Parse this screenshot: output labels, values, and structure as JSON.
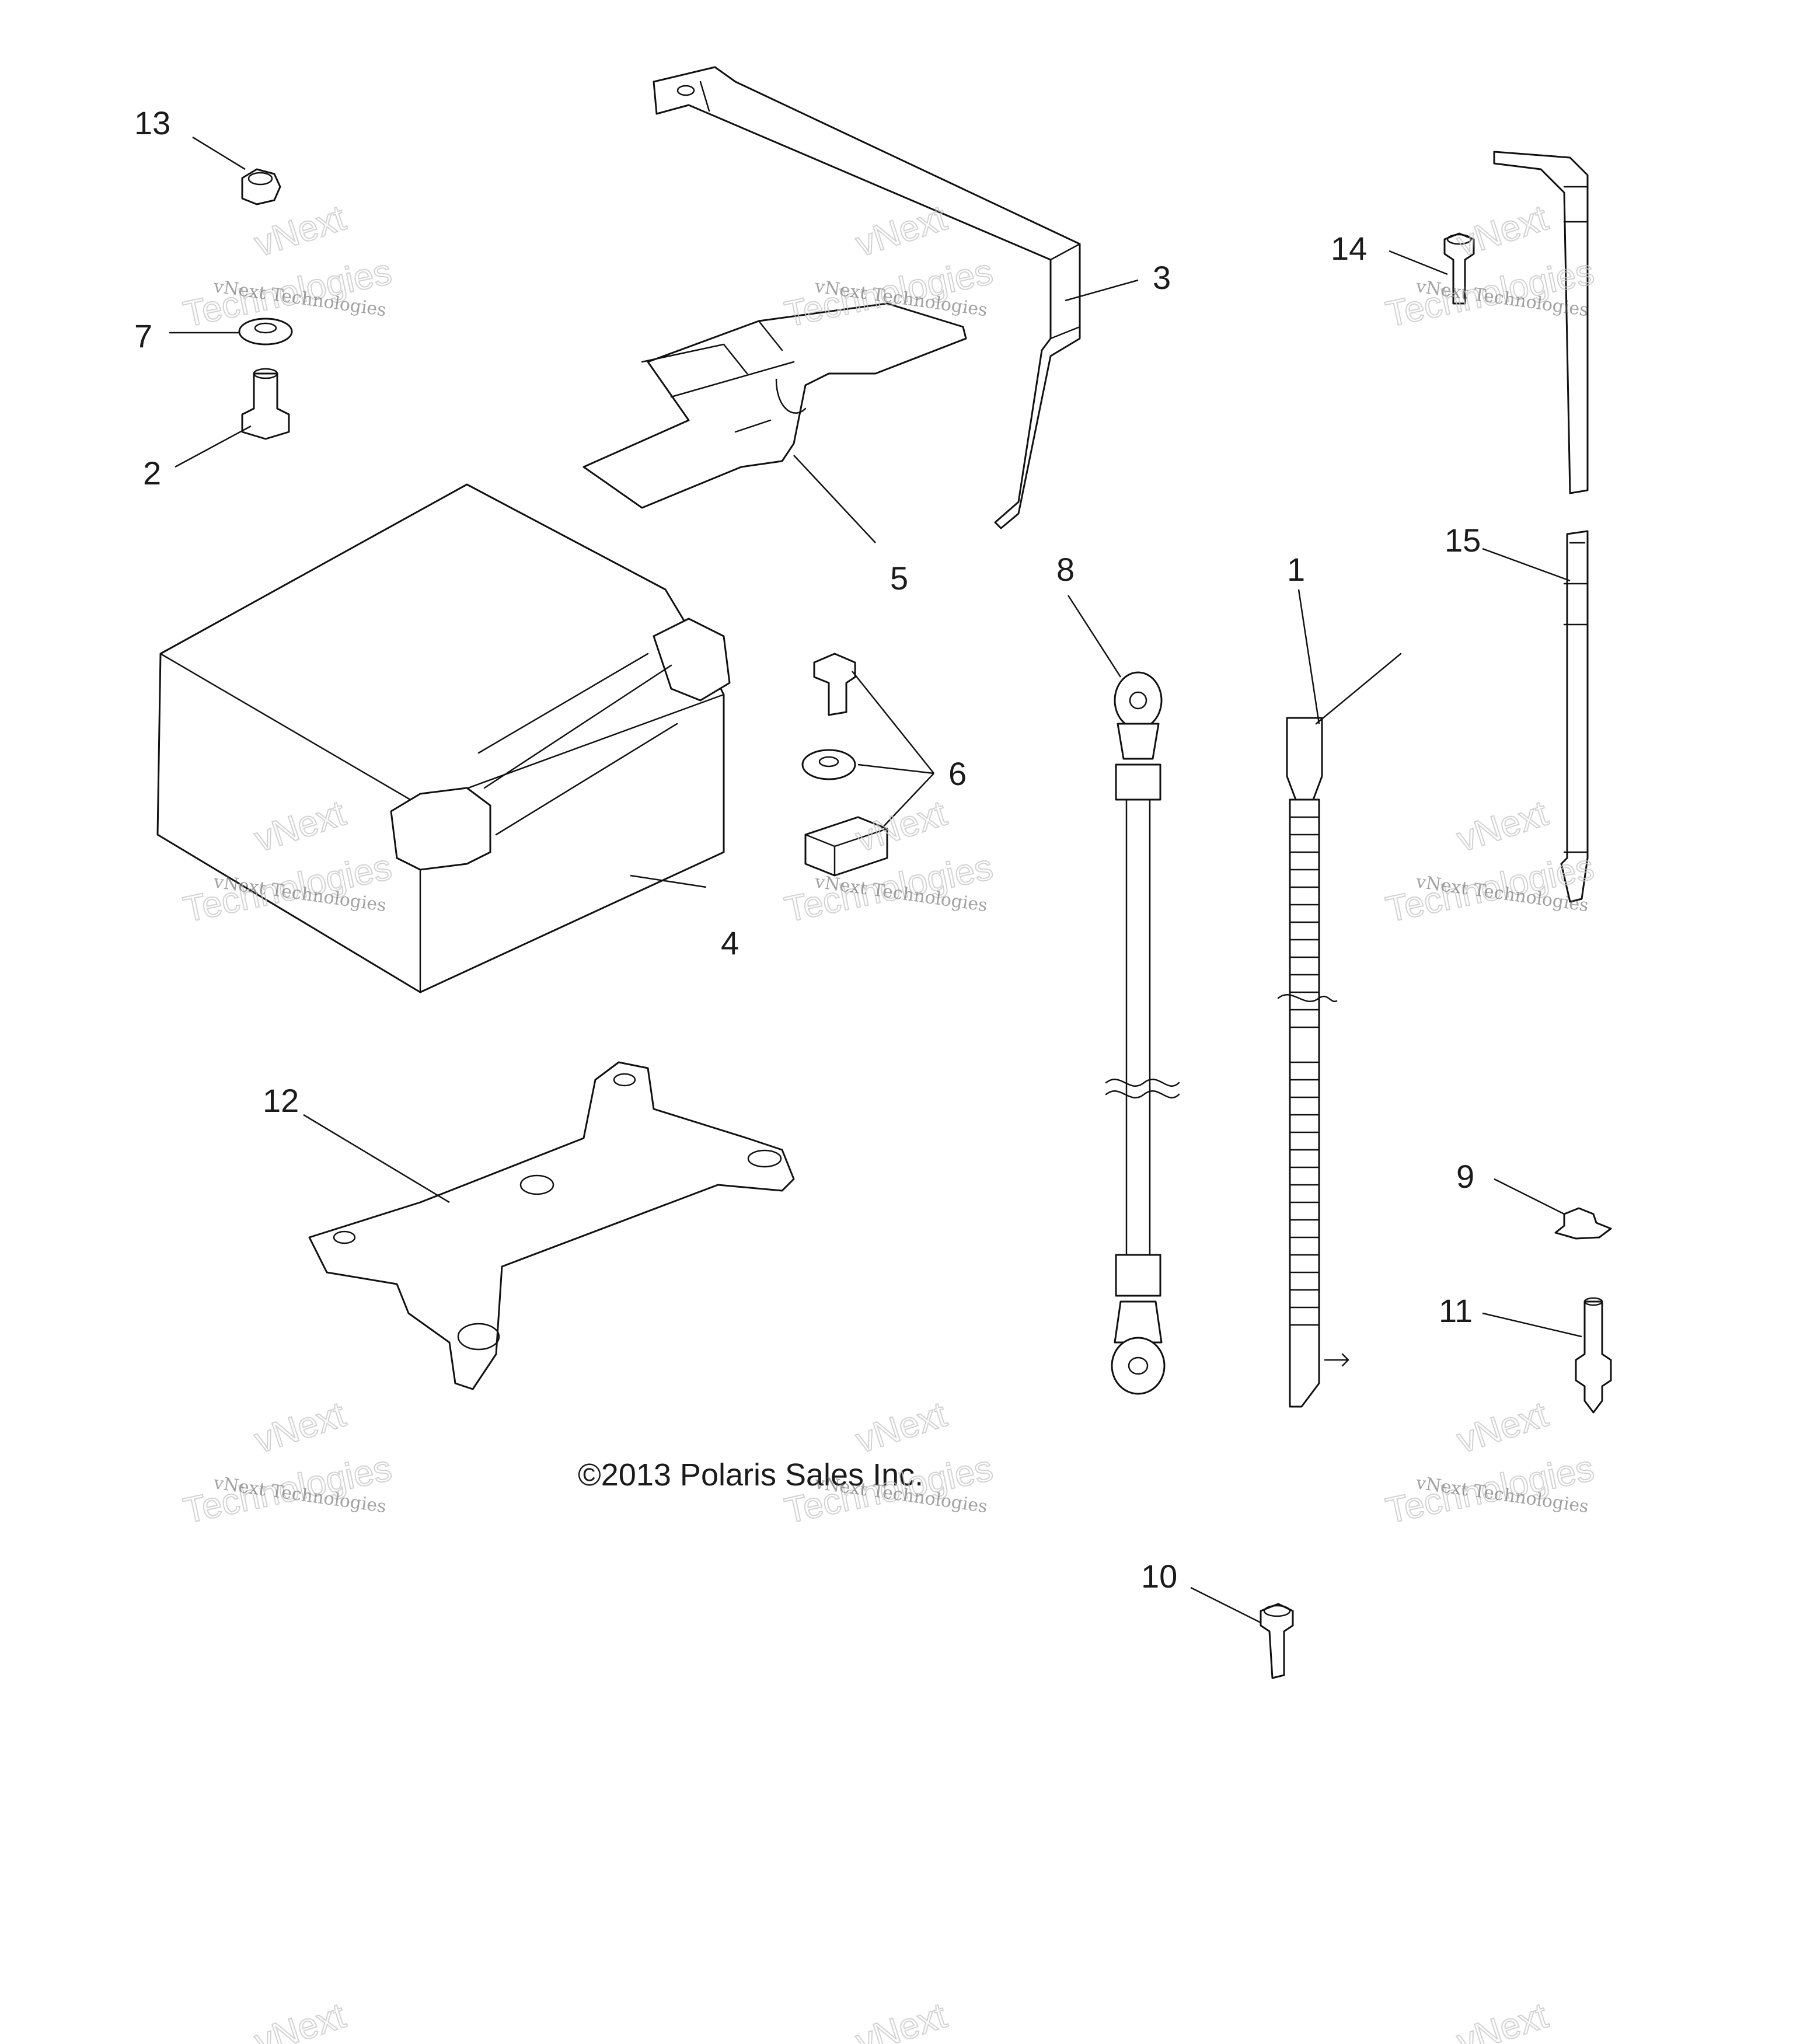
{
  "diagram": {
    "copyright": "©2013 Polaris Sales Inc.",
    "callouts": [
      "1",
      "2",
      "3",
      "4",
      "5",
      "6",
      "7",
      "8",
      "9",
      "10",
      "11",
      "12",
      "13",
      "14",
      "15"
    ],
    "watermark": {
      "small": "vNext Technologies",
      "large": "Technologies",
      "logo": "vNext"
    }
  }
}
